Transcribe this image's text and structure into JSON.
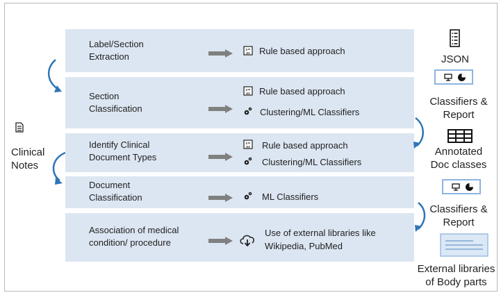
{
  "input": {
    "label_line1": "Clinical",
    "label_line2": "Notes",
    "icon": "document-icon"
  },
  "stages": [
    {
      "label_line1": "Label/Section",
      "label_line2": "Extraction",
      "methods": [
        {
          "icon": "rule-icon",
          "text": "Rule based approach"
        }
      ]
    },
    {
      "label_line1": "Section",
      "label_line2": "Classification",
      "methods": [
        {
          "icon": "rule-icon",
          "text": "Rule based approach"
        },
        {
          "icon": "gears-icon",
          "text": "Clustering/ML Classifiers"
        }
      ]
    },
    {
      "label_line1": "Identify Clinical",
      "label_line2": "Document Types",
      "methods": [
        {
          "icon": "rule-icon",
          "text": "Rule based approach"
        },
        {
          "icon": "gears-icon",
          "text": "Clustering/ML Classifiers"
        }
      ]
    },
    {
      "label_line1": "Document",
      "label_line2": "Classification",
      "methods": [
        {
          "icon": "gears-icon",
          "text": "ML Classifiers"
        }
      ]
    },
    {
      "label_line1": "Association of medical",
      "label_line2": "condition/ procedure",
      "methods": [
        {
          "icon": "cloud-download-icon",
          "text_line1": "Use of external libraries like",
          "text_line2": "Wikipedia, PubMed"
        }
      ]
    }
  ],
  "outputs": {
    "json": "JSON",
    "classifiers1_line1": "Classifiers &",
    "classifiers1_line2": "Report",
    "annotated_line1": "Annotated",
    "annotated_line2": "Doc classes",
    "classifiers2_line1": "Classifiers &",
    "classifiers2_line2": "Report",
    "external_line1": "External libraries",
    "external_line2": "of Body parts"
  },
  "colors": {
    "row_fill": "#dce6f2",
    "arrow": "#808080",
    "curve": "#2e75b6",
    "mini_border": "#8db3e2"
  }
}
